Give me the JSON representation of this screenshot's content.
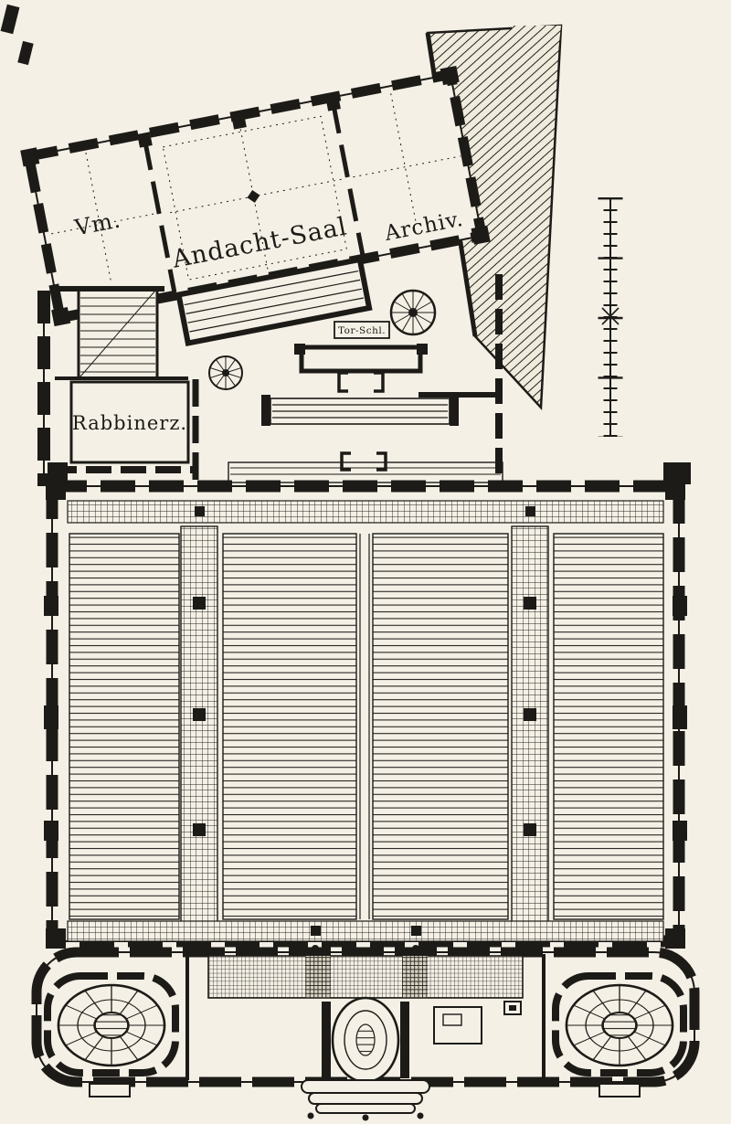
{
  "drawing": {
    "labels": {
      "vm": "Vm.",
      "andacht_saal": "Andacht-Saal",
      "archiv": "Archiv.",
      "rabbinerz": "Rabbinerz.",
      "tor_schl": "Tor-Schl."
    },
    "colors": {
      "paper": "#f4f0e6",
      "ink": "#1d1b17"
    }
  }
}
